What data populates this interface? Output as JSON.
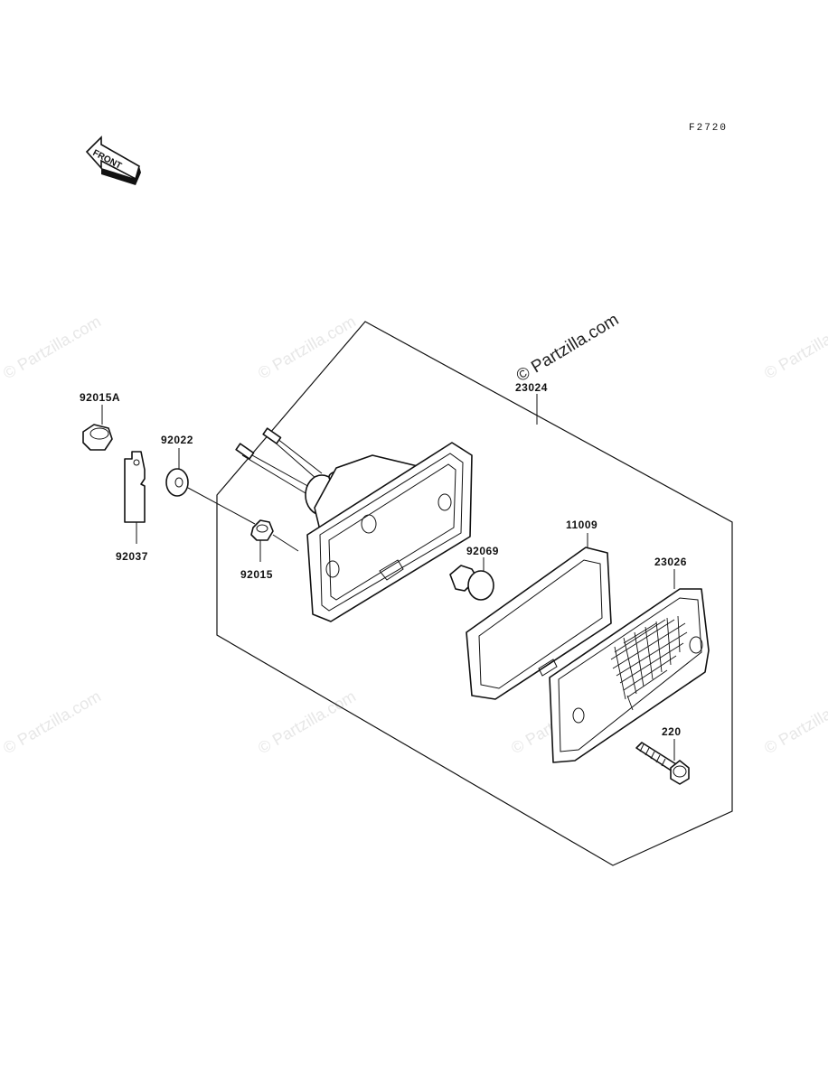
{
  "diagram": {
    "code": "F2720",
    "front_label": "FRONT",
    "watermark_main": "© Partzilla.com",
    "watermark_faint": "© Partzilla.com",
    "parts": [
      {
        "id": "92015A",
        "label": "92015A"
      },
      {
        "id": "92037",
        "label": "92037"
      },
      {
        "id": "92022",
        "label": "92022"
      },
      {
        "id": "92015",
        "label": "92015"
      },
      {
        "id": "23024",
        "label": "23024"
      },
      {
        "id": "92069",
        "label": "92069"
      },
      {
        "id": "11009",
        "label": "11009"
      },
      {
        "id": "23026",
        "label": "23026"
      },
      {
        "id": "220",
        "label": "220"
      }
    ]
  }
}
